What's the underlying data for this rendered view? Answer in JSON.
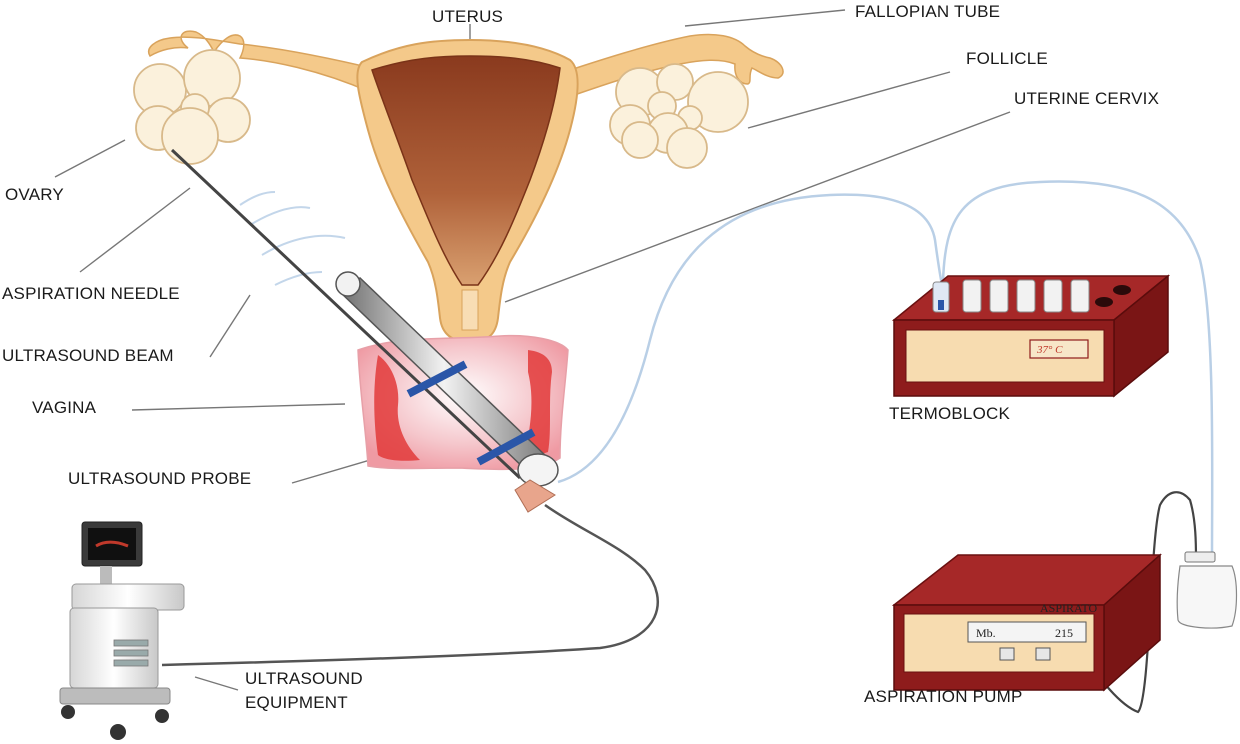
{
  "labels": {
    "uterus": "UTERUS",
    "fallopian_tube": "FALLOPIAN TUBE",
    "follicle": "FOLLICLE",
    "uterine_cervix": "UTERINE CERVIX",
    "ovary": "OVARY",
    "aspiration_needle": "ASPIRATION NEEDLE",
    "ultrasound_beam": "ULTRASOUND BEAM",
    "vagina": "VAGINA",
    "ultrasound_probe": "ULTRASOUND PROBE",
    "ultrasound_equipment_line1": "ULTRASOUND",
    "ultrasound_equipment_line2": "EQUIPMENT",
    "termoblock": "TERMOBLOCK",
    "aspiration_pump": "ASPIRATION PUMP"
  },
  "device_text": {
    "termoblock_display": "37° C",
    "pump_brand": "ASPIRATO",
    "pump_display_unit": "Mb.",
    "pump_display_value": "215"
  },
  "colors": {
    "uterus_body": "#f4c98a",
    "uterus_cavity": "#9a4a2a",
    "follicle": "#fbf1dc",
    "vagina_pink": "#f2b9bf",
    "vagina_red": "#e23a3a",
    "device_red": "#8e1c1c",
    "device_panel": "#f7dcb0",
    "tube_blue": "#b9cfe6",
    "clamp_blue": "#2a56a8"
  }
}
